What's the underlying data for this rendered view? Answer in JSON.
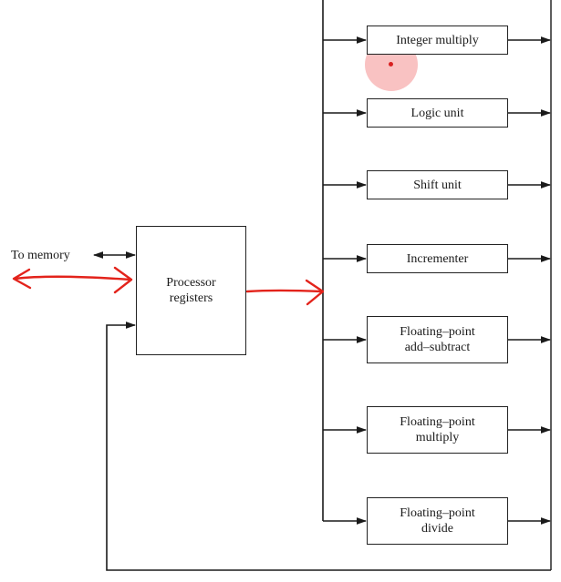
{
  "diagram": {
    "memory_label": "To memory",
    "processor": {
      "line1": "Processor",
      "line2": "registers"
    },
    "units": [
      {
        "line1": "Integer multiply",
        "line2": ""
      },
      {
        "line1": "Logic unit",
        "line2": ""
      },
      {
        "line1": "Shift unit",
        "line2": ""
      },
      {
        "line1": "Incrementer",
        "line2": ""
      },
      {
        "line1": "Floating–point",
        "line2": "add–subtract"
      },
      {
        "line1": "Floating–point",
        "line2": "multiply"
      },
      {
        "line1": "Floating–point",
        "line2": "divide"
      }
    ]
  },
  "colors": {
    "ink": "#1a1a1a",
    "annotation": "#e3231b",
    "cursor": "#f08080"
  }
}
